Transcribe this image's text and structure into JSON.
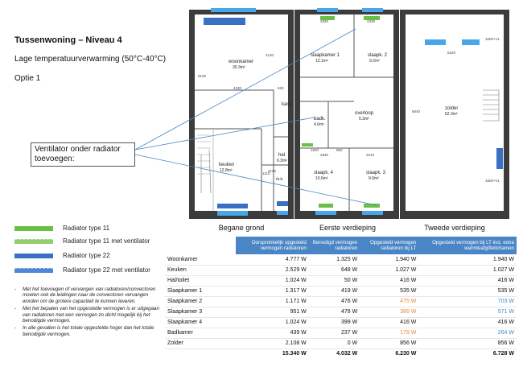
{
  "header": {
    "title": "Tussenwoning – Niveau 4",
    "subtitle": "Lage temperatuurverwarming (50°C-40°C)",
    "option": "Optie 1"
  },
  "callout": {
    "text": "Ventilator onder radiator toevoegen:"
  },
  "floors": {
    "ground": "Begane grond",
    "first": "Eerste verdieping",
    "second": "Tweede verdieping"
  },
  "rooms": {
    "woonkamer": "woonkamer",
    "woonkamer_area": "30.3m²",
    "keuken": "keuken",
    "keuken_area": "12.8m²",
    "hal": "hal",
    "hal_area": "6.3m²",
    "slaapk1": "slaapkamer 1",
    "slaapk1_area": "12.1m²",
    "slaapk2": "slaapk. 2",
    "slaapk2_area": "9.2m²",
    "overloop": "overloop",
    "overloop_area": "5.3m²",
    "badk": "badk.",
    "badk_area": "4.6m²",
    "slaapk4": "slaapk. 4",
    "slaapk4_area": "10.6m²",
    "slaapk3": "slaapk. 3",
    "slaapk3_area": "9.0m²",
    "zolder": "zolder",
    "zolder_area": "52.3m²",
    "kast": "kast",
    "mk": "m.k."
  },
  "dimensions": {
    "d4230": "4230",
    "d920": "920",
    "d6130": "6130",
    "d4130": "4130",
    "d2100": "2100",
    "d1110": "1110",
    "d2830": "2830",
    "d2330": "2330",
    "d1820": "1820",
    "d950": "950",
    "d2840": "2840",
    "d2310": "2310",
    "d5220": "5220",
    "d6840": "6840",
    "d1500a": "1500+VL",
    "d1500b": "1500+VL"
  },
  "legend": [
    {
      "label": "Radiator type 11",
      "color": "#6abf45"
    },
    {
      "label": "Radiator type 11 met ventilator",
      "color": "#8fd06a"
    },
    {
      "label": "Radiator type 22",
      "color": "#3a6fc4"
    },
    {
      "label": "Radiator type 22 met ventilator",
      "color": "#4f86d6"
    }
  ],
  "notes": [
    "Met het toevoegen of vervangen van radiatoren/convectoren moeten ook de leidingen naar de convectoren vervangen worden om de grotere capaciteit te kunnen leveren.",
    "Met het bepalen van het opgestelde vermogen is er uitgegaan van radiatoren met een vermogen zo dicht mogelijk bij het benodigde vermogen.",
    "In alle gevallen is het totale opgestelde hoger dan het totale benodigde vermogen."
  ],
  "table": {
    "headers": [
      "",
      "Oorspronkelijk opgesteld vermogen radiatoren",
      "Benodigd vermogen radiatoren",
      "Opgesteld vermogen radiatoren bij LT",
      "Opgesteld vermogen bij LT incl. extra warmteafgiftelichamen"
    ],
    "rows": [
      [
        "Woonkamer",
        "4.777 W",
        "1.325 W",
        "1.940 W",
        "1.940 W"
      ],
      [
        "Keuken",
        "2.529 W",
        "648 W",
        "1.027 W",
        "1.027 W"
      ],
      [
        "Hal/toilet",
        "1.024 W",
        "50 W",
        "416 W",
        "416 W"
      ],
      [
        "Slaapkamer 1",
        "1.317 W",
        "419 W",
        "535 W",
        "535 W"
      ],
      [
        "Slaapkamer 2",
        "1.171 W",
        "476 W",
        "475 W",
        "703 W"
      ],
      [
        "Slaapkamer 3",
        "951 W",
        "478 W",
        "386 W",
        "571 W"
      ],
      [
        "Slaapkamer 4",
        "1.024 W",
        "399 W",
        "416 W",
        "416 W"
      ],
      [
        "Badkamer",
        "439 W",
        "237 W",
        "178 W",
        "264 W"
      ],
      [
        "Zolder",
        "2.108 W",
        "0 W",
        "856 W",
        "856 W"
      ]
    ],
    "total": [
      "",
      "15.340 W",
      "4.032 W",
      "6.230 W",
      "6.728 W"
    ],
    "orange_rows": [
      4,
      5,
      7
    ],
    "blue_rows": [
      4,
      5,
      7
    ]
  }
}
